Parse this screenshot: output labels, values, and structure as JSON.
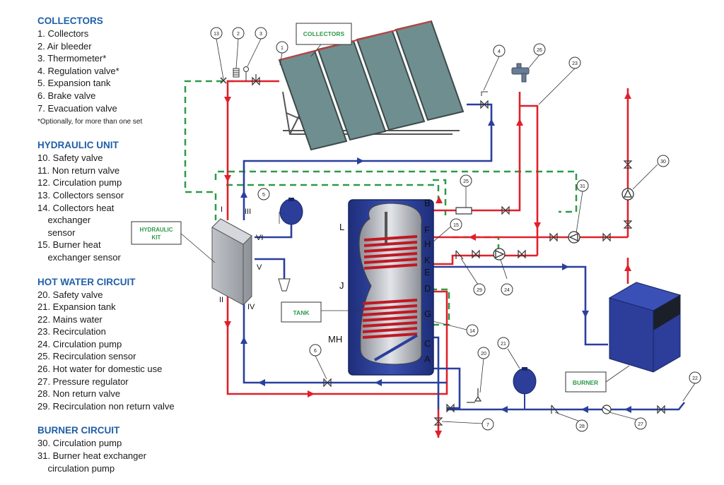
{
  "legend": {
    "collectors": {
      "title": "COLLECTORS",
      "items": [
        "1. Collectors",
        "2. Air bleeder",
        "3. Thermometer*",
        "4. Regulation valve*",
        "5. Expansion tank",
        "6. Brake valve",
        "7. Evacuation valve"
      ],
      "note": "*Optionally, for more than one set"
    },
    "hydraulic": {
      "title": "HYDRAULIC UNIT",
      "items": [
        "10. Safety valve",
        "11. Non return valve",
        "12. Circulation pump",
        "13. Collectors sensor",
        "14. Collectors heat\n    exchanger\n    sensor",
        "15. Burner heat\n    exchanger sensor"
      ]
    },
    "hotwater": {
      "title": "HOT WATER CIRCUIT",
      "items": [
        "20. Safety valve",
        "21. Expansion tank",
        "22. Mains water",
        "23. Recirculation",
        "24. Circulation pump",
        "25. Recirculation sensor",
        "26. Hot water for domestic use",
        "27. Pressure regulator",
        "28. Non return valve",
        "29. Recirculation non return valve"
      ]
    },
    "burner": {
      "title": "BURNER CIRCUIT",
      "items": [
        "30. Circulation pump",
        "31. Burner heat exchanger\n    circulation pump"
      ]
    }
  },
  "diagram": {
    "boxes": {
      "collectors": "COLLECTORS",
      "hydraulic_kit_line1": "HYDRAULIC",
      "hydraulic_kit_line2": "KIT",
      "tank": "TANK",
      "burner": "BURNER"
    },
    "callouts": [
      "1",
      "2",
      "3",
      "4",
      "5",
      "6",
      "7",
      "13",
      "14",
      "15",
      "20",
      "21",
      "22",
      "23",
      "24",
      "25",
      "26",
      "27",
      "28",
      "29",
      "30",
      "31"
    ],
    "tank_ports": [
      "B",
      "F",
      "H",
      "K",
      "E",
      "D",
      "G",
      "C",
      "A",
      "L",
      "J",
      "MH"
    ],
    "kit_ports": [
      "I",
      "II",
      "III",
      "IV",
      "V",
      "VI"
    ],
    "colors": {
      "hot": "#e0202a",
      "cold": "#2a3f9e",
      "sensor": "#2e9a48",
      "heading": "#1f5fa8",
      "tank_body": "#2c3e9a",
      "collector_panel": "#6f8e8f"
    }
  }
}
